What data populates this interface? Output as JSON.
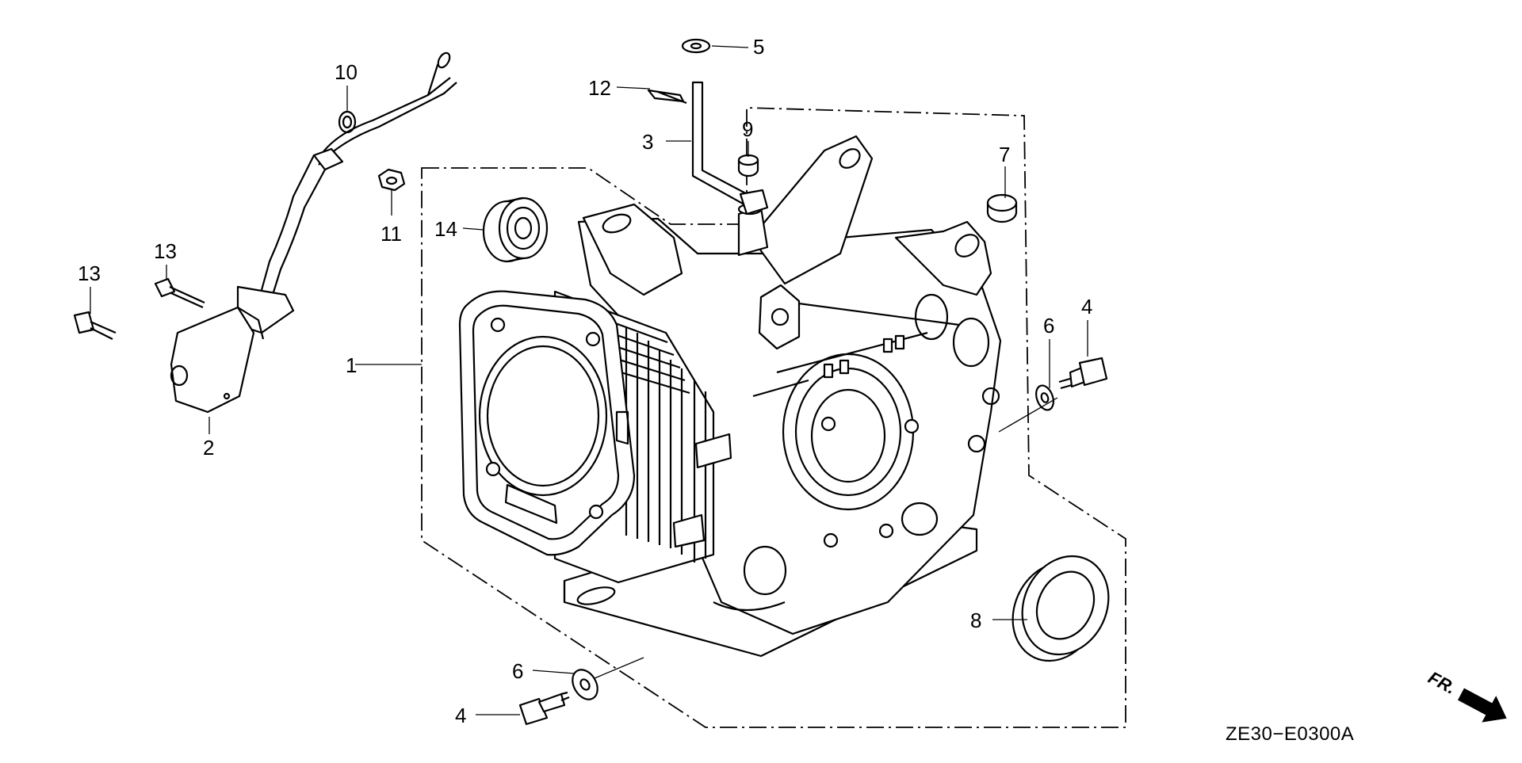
{
  "diagram": {
    "code": "ZE30−E0300A",
    "front_marker": "FR.",
    "callouts": [
      {
        "id": "c1",
        "label": "1"
      },
      {
        "id": "c2",
        "label": "2"
      },
      {
        "id": "c3",
        "label": "3"
      },
      {
        "id": "c4a",
        "label": "4"
      },
      {
        "id": "c4b",
        "label": "4"
      },
      {
        "id": "c5",
        "label": "5"
      },
      {
        "id": "c6a",
        "label": "6"
      },
      {
        "id": "c6b",
        "label": "6"
      },
      {
        "id": "c7",
        "label": "7"
      },
      {
        "id": "c8",
        "label": "8"
      },
      {
        "id": "c9",
        "label": "9"
      },
      {
        "id": "c10",
        "label": "10"
      },
      {
        "id": "c11",
        "label": "11"
      },
      {
        "id": "c12",
        "label": "12"
      },
      {
        "id": "c13a",
        "label": "13"
      },
      {
        "id": "c13b",
        "label": "13"
      },
      {
        "id": "c14",
        "label": "14"
      }
    ]
  }
}
